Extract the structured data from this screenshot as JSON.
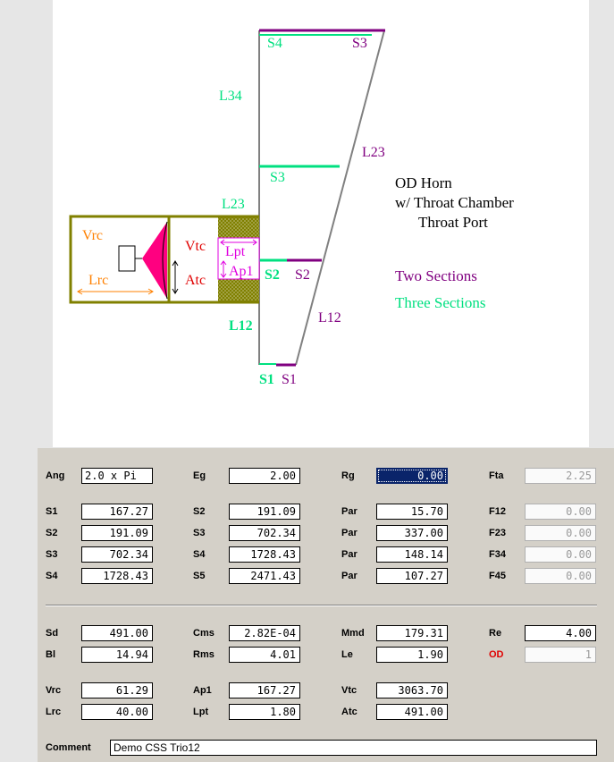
{
  "diagram": {
    "title_lines": [
      "OD Horn",
      "w/ Throat Chamber",
      "Throat Port"
    ],
    "legend_two": "Two Sections",
    "legend_three": "Three Sections",
    "labels": {
      "s4_green": "S4",
      "s3_top_purple": "S3",
      "l34": "L34",
      "l23_purple": "L23",
      "s3_green": "S3",
      "l23_green": "L23",
      "vrc": "Vrc",
      "lrc": "Lrc",
      "vtc": "Vtc",
      "atc": "Atc",
      "lpt": "Lpt",
      "ap1": "Ap1",
      "s2_green": "S2",
      "s2_purple": "S2",
      "l12_purple": "L12",
      "l12_green": "L12",
      "s1_green": "S1",
      "s1_purple": "S1"
    },
    "colors": {
      "green": "#00e080",
      "purple": "#800080",
      "magenta": "#e000e0",
      "pink": "#ff0080",
      "olive": "#808000",
      "orange": "#ff8000",
      "red": "#e00000"
    }
  },
  "params": {
    "ang": {
      "label": "Ang",
      "value": "2.0 x Pi"
    },
    "eg": {
      "label": "Eg",
      "value": "2.00"
    },
    "rg": {
      "label": "Rg",
      "value": "0.00"
    },
    "fta": {
      "label": "Fta",
      "value": "2.25"
    },
    "s1": {
      "label": "S1",
      "value": "167.27"
    },
    "s2a": {
      "label": "S2",
      "value": "191.09"
    },
    "par1": {
      "label": "Par",
      "value": "15.70"
    },
    "f12": {
      "label": "F12",
      "value": "0.00"
    },
    "s2b": {
      "label": "S2",
      "value": "191.09"
    },
    "s3a": {
      "label": "S3",
      "value": "702.34"
    },
    "par2": {
      "label": "Par",
      "value": "337.00"
    },
    "f23": {
      "label": "F23",
      "value": "0.00"
    },
    "s3b": {
      "label": "S3",
      "value": "702.34"
    },
    "s4a": {
      "label": "S4",
      "value": "1728.43"
    },
    "par3": {
      "label": "Par",
      "value": "148.14"
    },
    "f34": {
      "label": "F34",
      "value": "0.00"
    },
    "s4b": {
      "label": "S4",
      "value": "1728.43"
    },
    "s5": {
      "label": "S5",
      "value": "2471.43"
    },
    "par4": {
      "label": "Par",
      "value": "107.27"
    },
    "f45": {
      "label": "F45",
      "value": "0.00"
    },
    "sd": {
      "label": "Sd",
      "value": "491.00"
    },
    "cms": {
      "label": "Cms",
      "value": "2.82E-04"
    },
    "mmd": {
      "label": "Mmd",
      "value": "179.31"
    },
    "re": {
      "label": "Re",
      "value": "4.00"
    },
    "bl": {
      "label": "Bl",
      "value": "14.94"
    },
    "rms": {
      "label": "Rms",
      "value": "4.01"
    },
    "le": {
      "label": "Le",
      "value": "1.90"
    },
    "od": {
      "label": "OD",
      "value": "1"
    },
    "vrc": {
      "label": "Vrc",
      "value": "61.29"
    },
    "ap1": {
      "label": "Ap1",
      "value": "167.27"
    },
    "vtc": {
      "label": "Vtc",
      "value": "3063.70"
    },
    "lrc": {
      "label": "Lrc",
      "value": "40.00"
    },
    "lpt": {
      "label": "Lpt",
      "value": "1.80"
    },
    "atc": {
      "label": "Atc",
      "value": "491.00"
    }
  },
  "comment": {
    "label": "Comment",
    "value": "Demo CSS Trio12"
  }
}
